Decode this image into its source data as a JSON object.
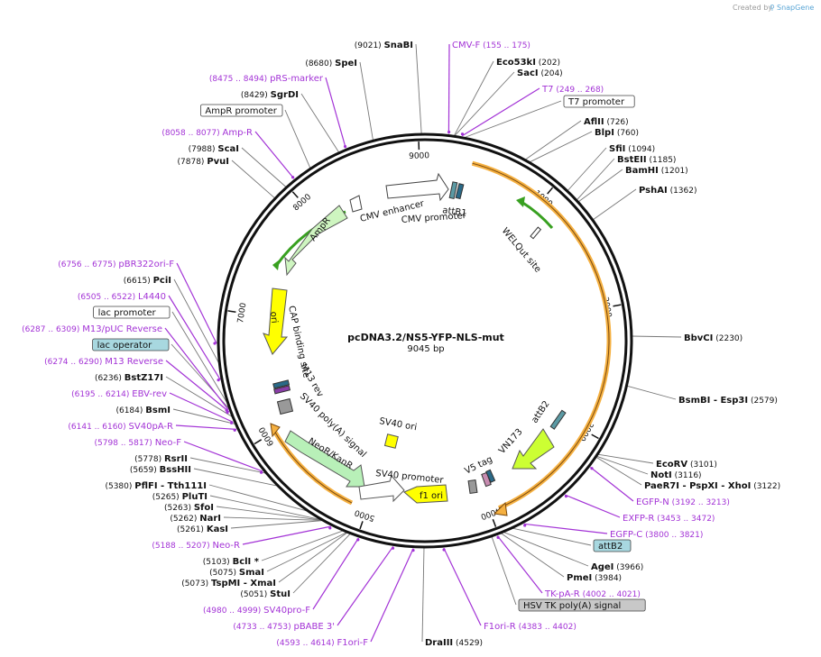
{
  "credit": {
    "prefix": "Created by",
    "brand": "SnapGene"
  },
  "plasmid": {
    "name": "pcDNA3.2/NS5-YFP-NLS-mut",
    "length_label": "9045 bp"
  },
  "scale_ticks": [
    "1000",
    "2000",
    "3000",
    "4000",
    "5000",
    "6000",
    "7000",
    "8000",
    "9000"
  ],
  "labels": [
    {
      "id": "snabi",
      "kind": "enzyme",
      "name": "SnaBI",
      "pos": "(9021)",
      "pos_first": true
    },
    {
      "id": "cmvf",
      "kind": "primer",
      "name": "CMV-F",
      "pos": "(155 .. 175)"
    },
    {
      "id": "eco53ki",
      "kind": "enzyme",
      "name": "Eco53kI",
      "pos": "(202)"
    },
    {
      "id": "saci",
      "kind": "enzyme",
      "name": "SacI",
      "pos": "(204)"
    },
    {
      "id": "t7",
      "kind": "primer",
      "name": "T7",
      "pos": "(249 .. 268)"
    },
    {
      "id": "t7prom",
      "kind": "box",
      "name": "T7 promoter",
      "fill": "#ffffff"
    },
    {
      "id": "aflii",
      "kind": "enzyme",
      "name": "AflII",
      "pos": "(726)"
    },
    {
      "id": "blpi",
      "kind": "enzyme",
      "name": "BlpI",
      "pos": "(760)"
    },
    {
      "id": "sfii",
      "kind": "enzyme",
      "name": "SfiI",
      "pos": "(1094)"
    },
    {
      "id": "bsteii",
      "kind": "enzyme",
      "name": "BstEII",
      "pos": "(1185)"
    },
    {
      "id": "bamhi",
      "kind": "enzyme",
      "name": "BamHI",
      "pos": "(1201)"
    },
    {
      "id": "pshai",
      "kind": "enzyme",
      "name": "PshAI",
      "pos": "(1362)"
    },
    {
      "id": "bbvci",
      "kind": "enzyme",
      "name": "BbvCI",
      "pos": "(2230)"
    },
    {
      "id": "bsmbi",
      "kind": "enzyme",
      "name": "BsmBI   - Esp3I",
      "pos": "(2579)"
    },
    {
      "id": "ecorv",
      "kind": "enzyme",
      "name": "EcoRV",
      "pos": "(3101)"
    },
    {
      "id": "noti",
      "kind": "enzyme",
      "name": "NotI",
      "pos": "(3116)"
    },
    {
      "id": "paer7i",
      "kind": "enzyme",
      "name": "PaeR7I   - PspXI   - XhoI",
      "pos": "(3122)"
    },
    {
      "id": "egfpn",
      "kind": "primer",
      "name": "EGFP-N",
      "pos": "(3192 .. 3213)"
    },
    {
      "id": "exfpr",
      "kind": "primer",
      "name": "EXFP-R",
      "pos": "(3453 .. 3472)"
    },
    {
      "id": "egfpc",
      "kind": "primer",
      "name": "EGFP-C",
      "pos": "(3800 .. 3821)"
    },
    {
      "id": "attb2",
      "kind": "box",
      "name": "attB2",
      "fill": "#a8d8e0"
    },
    {
      "id": "agei",
      "kind": "enzyme",
      "name": "AgeI",
      "pos": "(3966)"
    },
    {
      "id": "pmei",
      "kind": "enzyme",
      "name": "PmeI",
      "pos": "(3984)"
    },
    {
      "id": "tkpar",
      "kind": "primer",
      "name": "TK-pA-R",
      "pos": "(4002 .. 4021)"
    },
    {
      "id": "hsvtk",
      "kind": "box",
      "name": "HSV TK poly(A) signal",
      "fill": "#c8c8c8"
    },
    {
      "id": "f1orir",
      "kind": "primer",
      "name": "F1ori-R",
      "pos": "(4383 .. 4402)"
    },
    {
      "id": "draiii",
      "kind": "enzyme",
      "name": "DraIII",
      "pos": "(4529)"
    },
    {
      "id": "f1orif",
      "kind": "primer",
      "name": "F1ori-F",
      "pos": "(4593 .. 4614)",
      "pos_first": true
    },
    {
      "id": "pbabe3",
      "kind": "primer",
      "name": "pBABE 3'",
      "pos": "(4733 .. 4753)",
      "pos_first": true
    },
    {
      "id": "sv40prof",
      "kind": "primer",
      "name": "SV40pro-F",
      "pos": "(4980 .. 4999)",
      "pos_first": true
    },
    {
      "id": "stui",
      "kind": "enzyme",
      "name": "StuI",
      "pos": "(5051)",
      "pos_first": true
    },
    {
      "id": "tspmi",
      "kind": "enzyme",
      "name": "TspMI   - XmaI",
      "pos": "(5073)",
      "pos_first": true
    },
    {
      "id": "smai",
      "kind": "enzyme",
      "name": "SmaI",
      "pos": "(5075)",
      "pos_first": true
    },
    {
      "id": "bcli",
      "kind": "enzyme",
      "name": "BclI *",
      "pos": "(5103)",
      "pos_first": true
    },
    {
      "id": "neor",
      "kind": "primer",
      "name": "Neo-R",
      "pos": "(5188 .. 5207)",
      "pos_first": true
    },
    {
      "id": "kasi",
      "kind": "enzyme",
      "name": "KasI",
      "pos": "(5261)",
      "pos_first": true
    },
    {
      "id": "nari",
      "kind": "enzyme",
      "name": "NarI",
      "pos": "(5262)",
      "pos_first": true
    },
    {
      "id": "sfoi",
      "kind": "enzyme",
      "name": "SfoI",
      "pos": "(5263)",
      "pos_first": true
    },
    {
      "id": "pluti",
      "kind": "enzyme",
      "name": "PluTI",
      "pos": "(5265)",
      "pos_first": true
    },
    {
      "id": "pflfi",
      "kind": "enzyme",
      "name": "PflFI   - Tth111I",
      "pos": "(5380)",
      "pos_first": true
    },
    {
      "id": "bsshii",
      "kind": "enzyme",
      "name": "BssHII",
      "pos": "(5659)",
      "pos_first": true
    },
    {
      "id": "rsrii",
      "kind": "enzyme",
      "name": "RsrII",
      "pos": "(5778)",
      "pos_first": true
    },
    {
      "id": "neof",
      "kind": "primer",
      "name": "Neo-F",
      "pos": "(5798 .. 5817)",
      "pos_first": true
    },
    {
      "id": "sv40par",
      "kind": "primer",
      "name": "SV40pA-R",
      "pos": "(6141 .. 6160)",
      "pos_first": true
    },
    {
      "id": "bsmi",
      "kind": "enzyme",
      "name": "BsmI",
      "pos": "(6184)",
      "pos_first": true
    },
    {
      "id": "ebvrev",
      "kind": "primer",
      "name": "EBV-rev",
      "pos": "(6195 .. 6214)",
      "pos_first": true
    },
    {
      "id": "bstz17i",
      "kind": "enzyme",
      "name": "BstZ17I",
      "pos": "(6236)",
      "pos_first": true
    },
    {
      "id": "m13rev",
      "kind": "primer",
      "name": "M13 Reverse",
      "pos": "(6274 .. 6290)",
      "pos_first": true
    },
    {
      "id": "lacop",
      "kind": "box",
      "name": "lac operator",
      "fill": "#a8d8e0"
    },
    {
      "id": "m13puc",
      "kind": "primer",
      "name": "M13/pUC Reverse",
      "pos": "(6287 .. 6309)",
      "pos_first": true
    },
    {
      "id": "lacprom",
      "kind": "box",
      "name": "lac promoter",
      "fill": "#ffffff"
    },
    {
      "id": "l4440",
      "kind": "primer",
      "name": "L4440",
      "pos": "(6505 .. 6522)",
      "pos_first": true
    },
    {
      "id": "pcii",
      "kind": "enzyme",
      "name": "PciI",
      "pos": "(6615)",
      "pos_first": true
    },
    {
      "id": "pbr322",
      "kind": "primer",
      "name": "pBR322ori-F",
      "pos": "(6756 .. 6775)",
      "pos_first": true
    },
    {
      "id": "pvui",
      "kind": "enzyme",
      "name": "PvuI",
      "pos": "(7878)",
      "pos_first": true
    },
    {
      "id": "scai",
      "kind": "enzyme",
      "name": "ScaI",
      "pos": "(7988)",
      "pos_first": true
    },
    {
      "id": "ampr",
      "kind": "primer",
      "name": "Amp-R",
      "pos": "(8058 .. 8077)",
      "pos_first": true
    },
    {
      "id": "ampprom",
      "kind": "box",
      "name": "AmpR promoter",
      "fill": "#ffffff"
    },
    {
      "id": "sgrdi",
      "kind": "enzyme",
      "name": "SgrDI",
      "pos": "(8429)",
      "pos_first": true
    },
    {
      "id": "prs",
      "kind": "primer",
      "name": "pRS-marker",
      "pos": "(8475 .. 8494)",
      "pos_first": true
    },
    {
      "id": "spei",
      "kind": "enzyme",
      "name": "SpeI",
      "pos": "(8680)",
      "pos_first": true
    }
  ],
  "features": [
    {
      "id": "cmvenh",
      "name": "CMV enhancer"
    },
    {
      "id": "cmvprom",
      "name": "CMV promoter"
    },
    {
      "id": "attb1",
      "name": "attB1"
    },
    {
      "id": "welqut",
      "name": "WELQut site"
    },
    {
      "id": "vn173",
      "name": "VN173"
    },
    {
      "id": "attb2i",
      "name": "attB2"
    },
    {
      "id": "v5tag",
      "name": "V5 tag"
    },
    {
      "id": "f1ori",
      "name": "f1 ori"
    },
    {
      "id": "sv40prom",
      "name": "SV40 promoter"
    },
    {
      "id": "sv40ori",
      "name": "SV40 ori"
    },
    {
      "id": "neokan",
      "name": "NeoR/KanR"
    },
    {
      "id": "sv40pa",
      "name": "SV40 poly(A) signal"
    },
    {
      "id": "m13r",
      "name": "M13 rev"
    },
    {
      "id": "cap",
      "name": "CAP binding site"
    },
    {
      "id": "ori",
      "name": "ori"
    },
    {
      "id": "amprg",
      "name": "AmpR"
    }
  ],
  "colors": {
    "backbone": "#111111",
    "primer": "#a333d6",
    "orf_yellow": "#f5b040",
    "orf_green": "#38a020",
    "origin": "#ffff00",
    "neo": "#b8f0b8",
    "box_blue": "#a8d8e0",
    "box_gray": "#c8c8c8"
  }
}
